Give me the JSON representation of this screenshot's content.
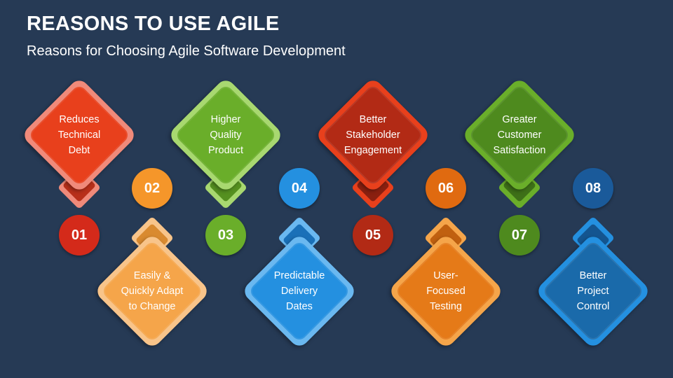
{
  "title": "REASONS TO USE AGILE",
  "subtitle": "Reasons for Choosing Agile Software Development",
  "items": [
    {
      "number": "01",
      "label": "Reduces\nTechnical\nDebt",
      "orientation": "top",
      "color": "#e8401c",
      "light": "#f08a7a",
      "dark": "#b8301a",
      "circle": "#d42a1a"
    },
    {
      "number": "02",
      "label": "Easily &\nQuickly Adapt\nto Change",
      "orientation": "bottom",
      "color": "#f5a54a",
      "light": "#f8c48a",
      "dark": "#d98a30",
      "circle": "#f5962a"
    },
    {
      "number": "03",
      "label": "Higher\nQuality\nProduct",
      "orientation": "top",
      "color": "#6aae2a",
      "light": "#a8d870",
      "dark": "#559020",
      "circle": "#6aae2a"
    },
    {
      "number": "04",
      "label": "Predictable\nDelivery\nDates",
      "orientation": "bottom",
      "color": "#2490e0",
      "light": "#6ab8f0",
      "dark": "#1a70b8",
      "circle": "#2490e0"
    },
    {
      "number": "05",
      "label": "Better\nStakeholder\nEngagement",
      "orientation": "top",
      "color": "#b22a15",
      "light": "#e8401c",
      "dark": "#8a2010",
      "circle": "#b22a15"
    },
    {
      "number": "06",
      "label": "User-\nFocused\nTesting",
      "orientation": "bottom",
      "color": "#e57a18",
      "light": "#f5a54a",
      "dark": "#c06010",
      "circle": "#e06a10"
    },
    {
      "number": "07",
      "label": "Greater\nCustomer\nSatisfaction",
      "orientation": "top",
      "color": "#4e8a1e",
      "light": "#6aae2a",
      "dark": "#3e7018",
      "circle": "#4e8a1e"
    },
    {
      "number": "08",
      "label": "Better\nProject\nControl",
      "orientation": "bottom",
      "color": "#1a6aaa",
      "light": "#2490e0",
      "dark": "#145590",
      "circle": "#1a5a9a"
    }
  ]
}
